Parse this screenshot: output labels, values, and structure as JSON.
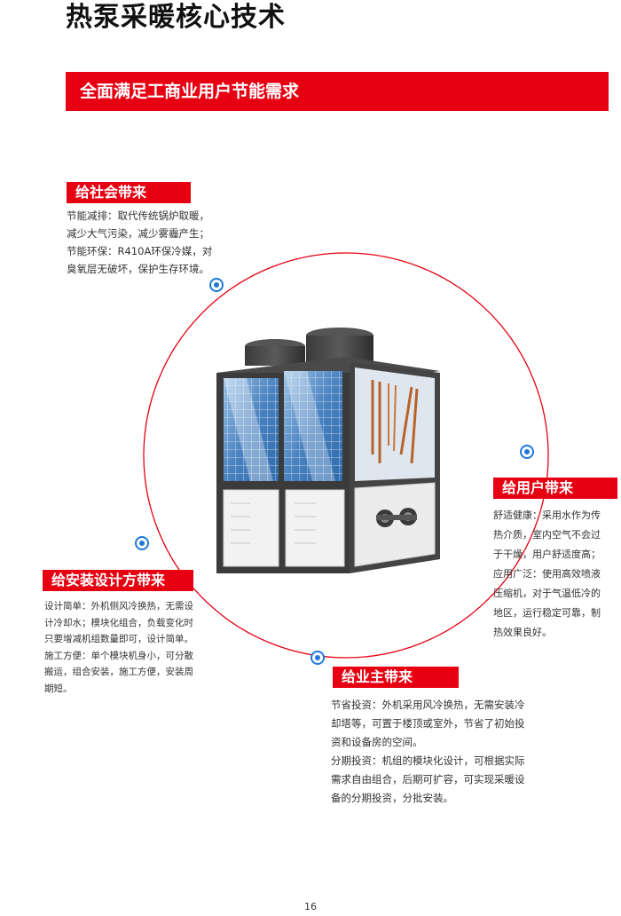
{
  "page": {
    "title": "热泵采暖核心技术",
    "banner": "全面满足工商业用户节能需求",
    "page_number": "16"
  },
  "colors": {
    "accent": "#e60012",
    "ring": "#e60012",
    "marker": "#1e78d8"
  },
  "sections": {
    "society": {
      "heading": "给社会带来",
      "lines": [
        "节能减排：取代传统锅炉取暖，",
        "减少大气污染，减少雾霾产生；",
        "节能环保：R410A环保冷媒，对",
        "臭氧层无破坏，保护生存环境。"
      ]
    },
    "user": {
      "heading": "给用户带来",
      "lines": [
        "舒适健康：采用水作为传",
        "热介质，室内空气不会过",
        "于干燥，用户舒适度高；",
        "应用广泛：使用高效喷液",
        "压缩机，对于气温低冷的",
        "地区，运行稳定可靠，制",
        "热效果良好。"
      ]
    },
    "installer": {
      "heading": "给安装设计方带来",
      "lines": [
        "设计简单：外机侧风冷换热，无需设",
        "计冷却水；模块化组合，负载变化时",
        "只要增减机组数量即可，设计简单。",
        "施工方便：单个模块机身小，可分散",
        "搬运，组合安装，施工方便，安装周",
        "期短。"
      ]
    },
    "owner": {
      "heading": "给业主带来",
      "lines": [
        "节省投资：外机采用风冷换热，无需安装冷",
        "却塔等，可置于楼顶或室外，节省了初始投",
        "资和设备房的空间。",
        "分期投资：机组的模块化设计，可根据实际",
        "需求自由组合，后期可扩容，可实现采暖设",
        "备的分期投资，分批安装。"
      ]
    }
  }
}
